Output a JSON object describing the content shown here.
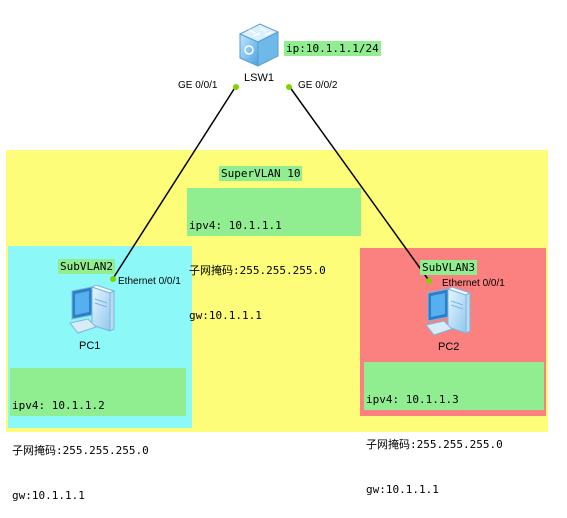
{
  "vlans": {
    "super": {
      "label": "SuperVLAN 10",
      "ipv4": "ipv4: 10.1.1.1",
      "mask": "子网掩码:255.255.255.0",
      "gw": "gw:10.1.1.1"
    },
    "sub2": {
      "label": "SubVLAN2"
    },
    "sub3": {
      "label": "SubVLAN3"
    }
  },
  "switch": {
    "name": "LSW1",
    "ip": "ip:10.1.1.1/24",
    "port_left": "GE 0/0/1",
    "port_right": "GE 0/0/2"
  },
  "pc1": {
    "name": "PC1",
    "port": "Ethernet 0/0/1",
    "ipv4": "ipv4: 10.1.1.2",
    "mask": "子网掩码:255.255.255.0",
    "gw": "gw:10.1.1.1"
  },
  "pc2": {
    "name": "PC2",
    "port": "Ethernet 0/0/1",
    "ipv4": "ipv4: 10.1.1.3",
    "mask": "子网掩码:255.255.255.0",
    "gw": "gw:10.1.1.1"
  },
  "colors": {
    "super_vlan": "#fdfd7a",
    "sub_vlan2": "#8cf8f8",
    "sub_vlan3": "#fb8080",
    "label_bg": "#90ee90",
    "port_dot": "#7fd400",
    "link": "#000000"
  }
}
